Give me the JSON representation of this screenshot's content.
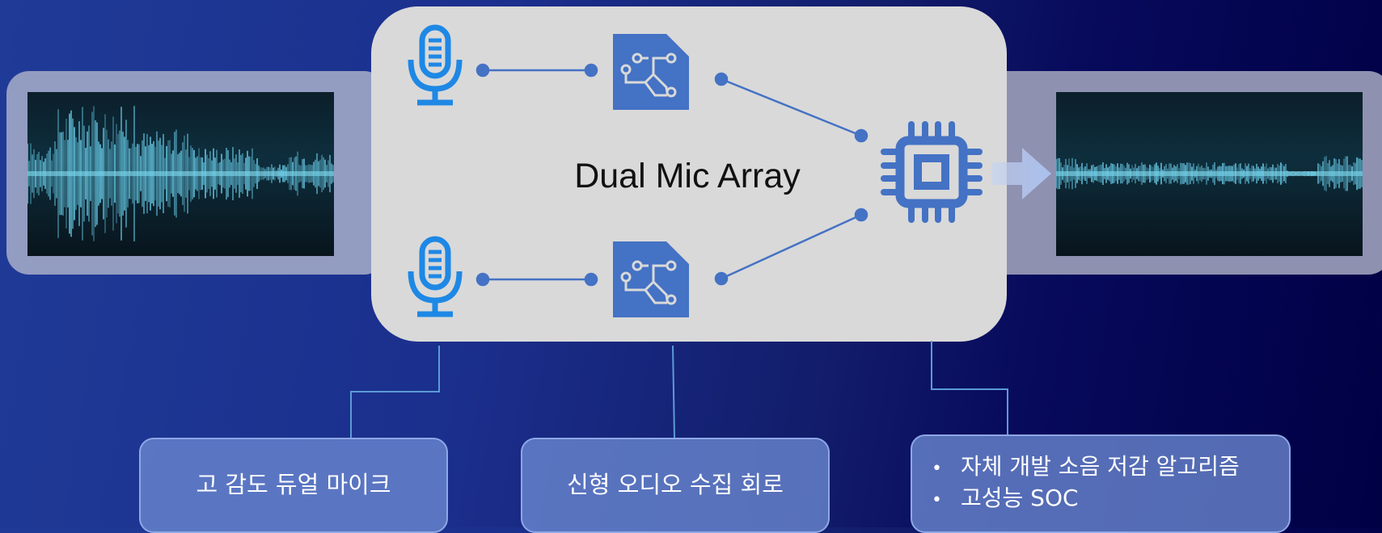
{
  "diagram": {
    "title": "Dual Mic Array",
    "boxes": [
      {
        "label": "고 감도 듀얼 마이크"
      },
      {
        "label": "신형 오디오 수집 회로"
      }
    ],
    "box3": {
      "bullets": [
        "자체 개발 소음 저감 알고리즘",
        "고성능 SOC"
      ]
    },
    "icons": {
      "mic": "microphone-icon",
      "chip": "circuit-board-icon",
      "soc": "processor-chip-icon",
      "arrow": "right-arrow-icon"
    },
    "colors": {
      "background_start": "#1f3b97",
      "background_end": "#000044",
      "card": "#d9d9d9",
      "mic": "#1e88e5",
      "chip": "#4472c4",
      "connector": "#4472c4",
      "box": "#6c89d1",
      "box_border": "#8ea7e6",
      "waveform": "#7fe3ff"
    }
  }
}
